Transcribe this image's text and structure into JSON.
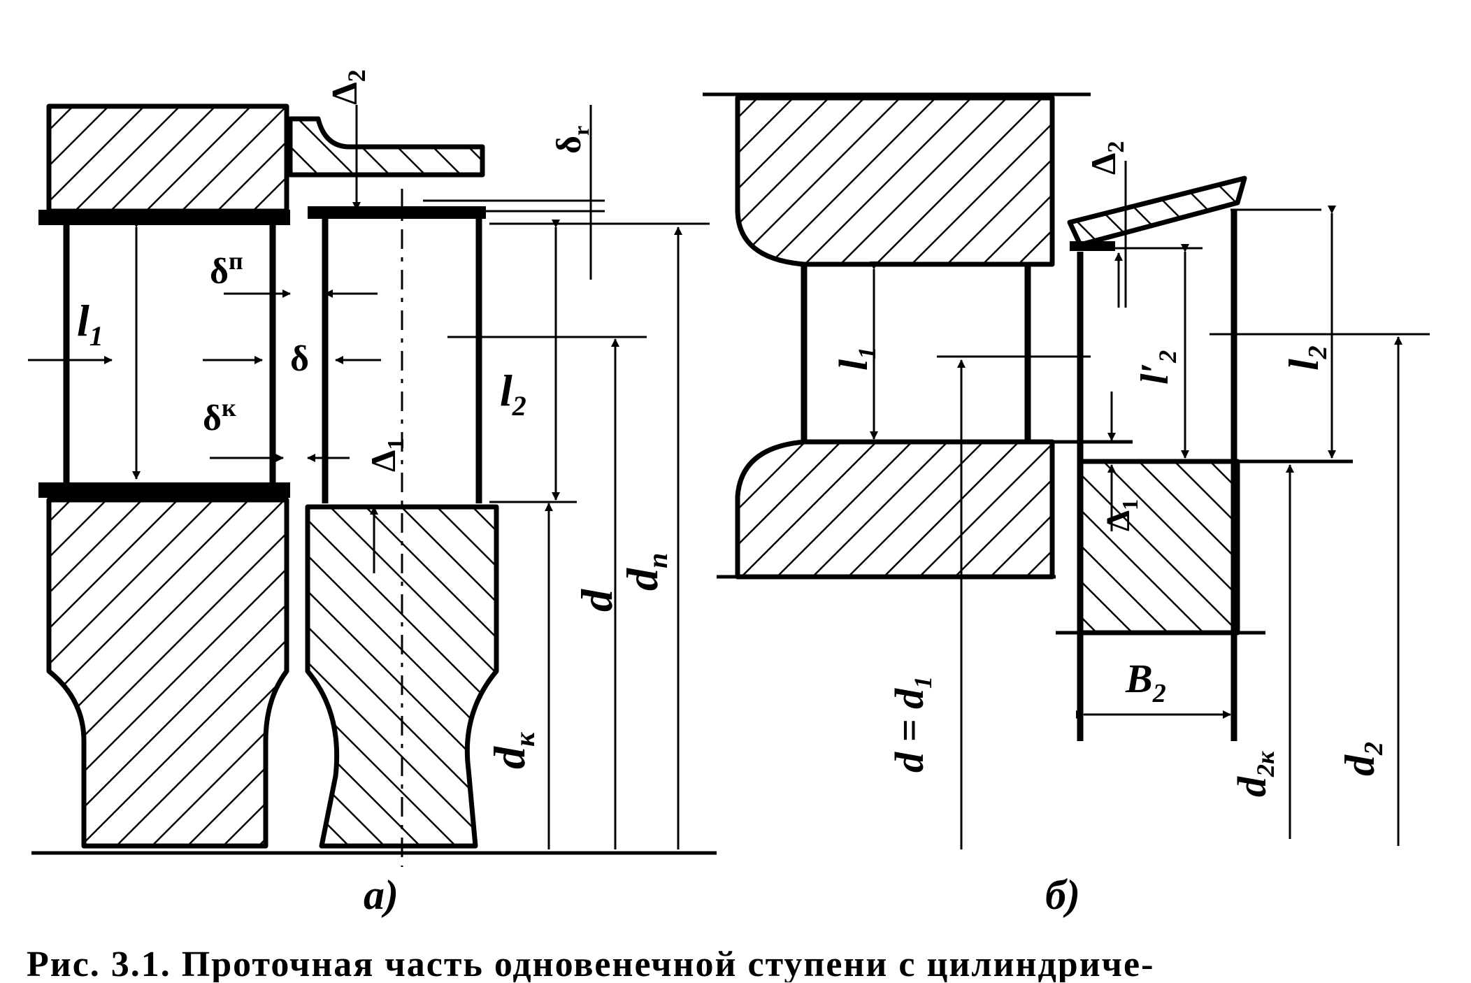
{
  "figure_a": {
    "panel_label": "а)",
    "labels": {
      "l1": "l",
      "l1_sub": "1",
      "l2": "l",
      "l2_sub": "2",
      "delta": "δ",
      "delta_p": "δ",
      "delta_p_sup": "п",
      "delta_k": "δ",
      "delta_k_sup": "к",
      "delta_r": "δ",
      "delta_r_sub": "r",
      "Delta1": "Δ",
      "Delta1_sub": "1",
      "Delta2": "Δ",
      "Delta2_sub": "2",
      "d": "d",
      "d_p": "d",
      "d_p_sub": "п",
      "d_k": "d",
      "d_k_sub": "к"
    }
  },
  "figure_b": {
    "panel_label": "б)",
    "labels": {
      "l1": "l",
      "l1_sub": "1",
      "l2": "l",
      "l2_sub": "2",
      "l2_prime": "l′",
      "l2_prime_sub": "2",
      "Delta1": "Δ",
      "Delta1_sub": "1",
      "Delta2": "Δ",
      "Delta2_sub": "2",
      "d_eq_d1": "d = d",
      "d_eq_d1_sub": "1",
      "B2": "B",
      "B2_sub": "2",
      "d2k": "d",
      "d2k_sub": "2к",
      "d2": "d",
      "d2_sub": "2"
    }
  },
  "caption": "Рис. 3.1. Проточная часть одновенечной ступени с цилиндриче-"
}
